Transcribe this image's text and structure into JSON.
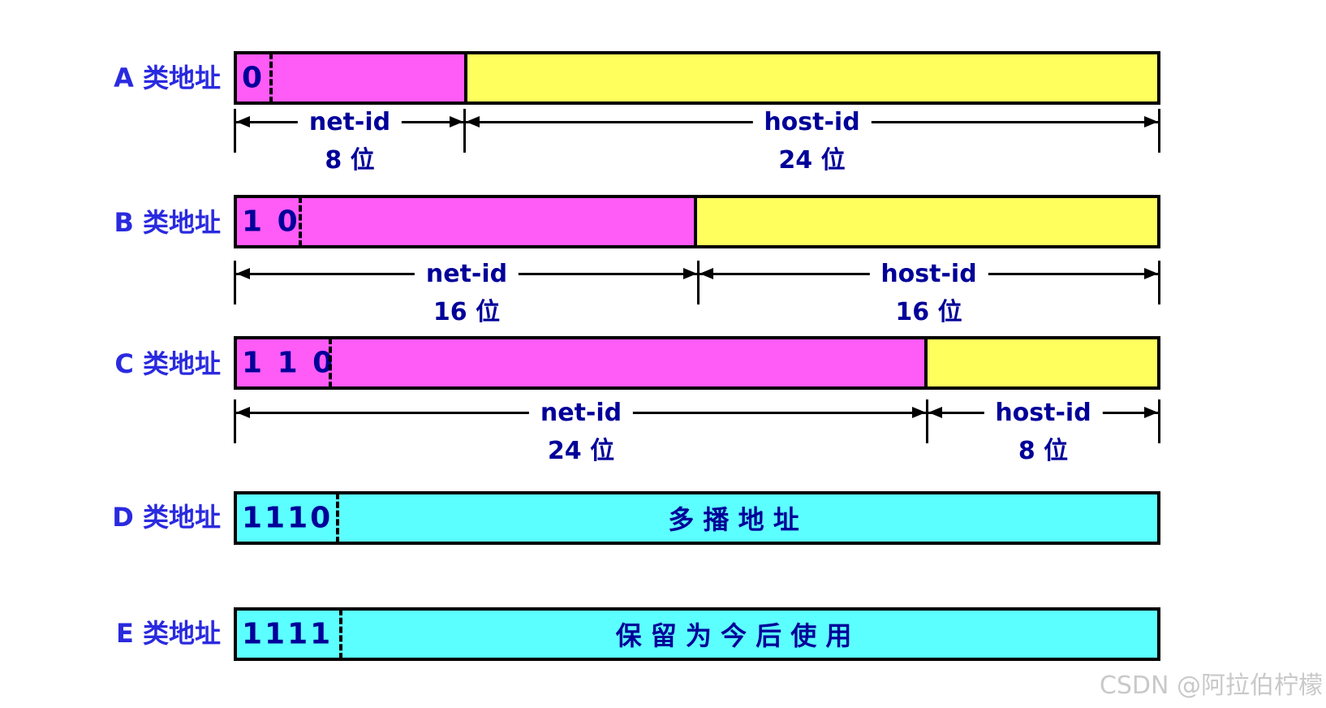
{
  "rows": [
    {
      "label": "A 类地址",
      "prefix": "0",
      "dims": [
        {
          "name": "net-id",
          "bits": "8 位"
        },
        {
          "name": "host-id",
          "bits": "24 位"
        }
      ]
    },
    {
      "label": "B 类地址",
      "prefix": "1 0",
      "dims": [
        {
          "name": "net-id",
          "bits": "16 位"
        },
        {
          "name": "host-id",
          "bits": "16 位"
        }
      ]
    },
    {
      "label": "C 类地址",
      "prefix": "1 1 0",
      "dims": [
        {
          "name": "net-id",
          "bits": "24 位"
        },
        {
          "name": "host-id",
          "bits": "8 位"
        }
      ]
    },
    {
      "label": "D 类地址",
      "prefix": "1110",
      "content": "多 播 地 址"
    },
    {
      "label": "E 类地址",
      "prefix": "1111",
      "content": "保 留 为 今 后 使 用"
    }
  ],
  "watermark": "CSDN @阿拉伯柠檬",
  "colors": {
    "net_id_fill": "#ff5bf7",
    "host_id_fill": "#ffff5e",
    "reserved_fill": "#5cffff",
    "label_blue": "#2a2adf",
    "text_navy": "#000099",
    "watermark_gray": "#c9c9c9"
  }
}
